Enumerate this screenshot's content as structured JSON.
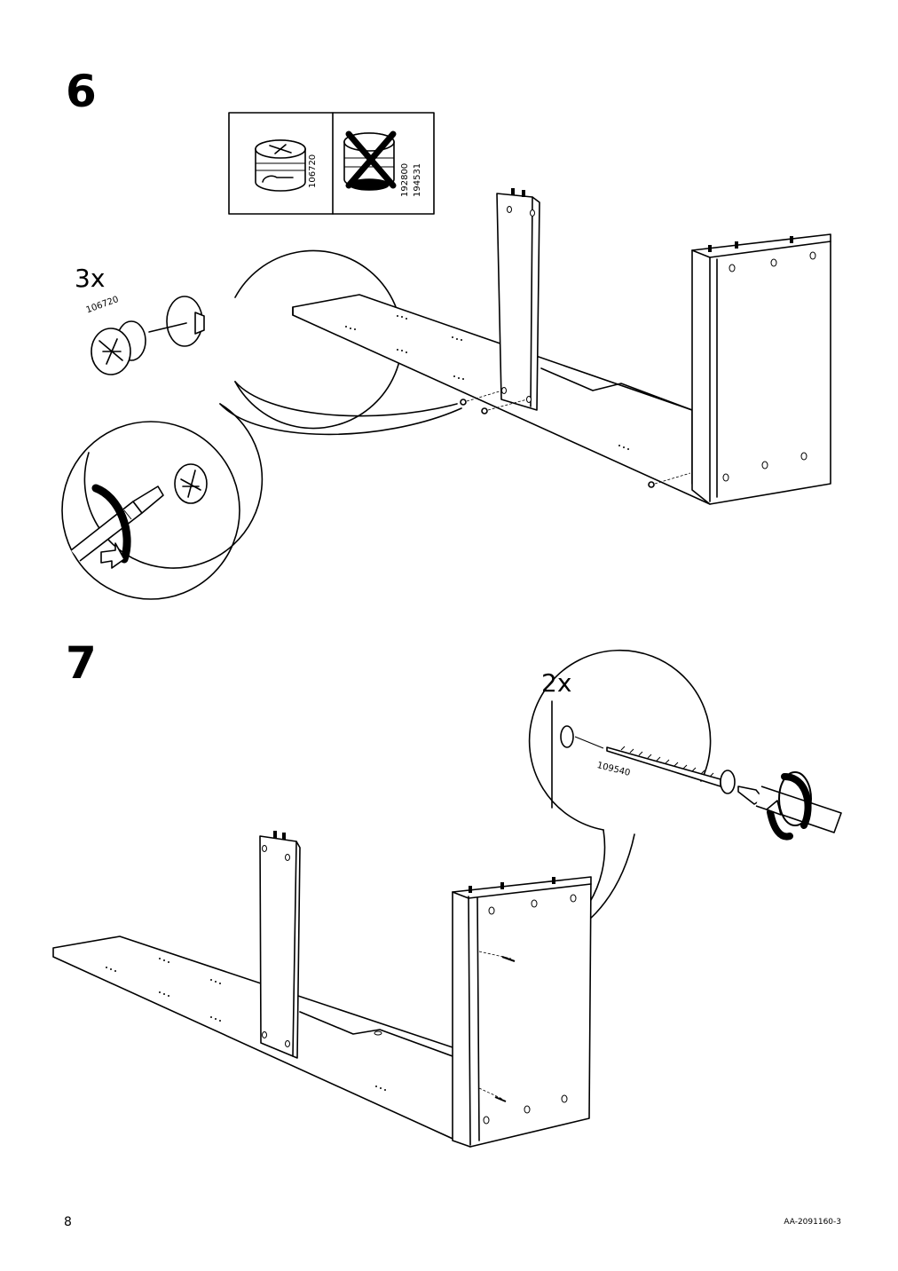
{
  "steps": [
    {
      "number": "6",
      "quantity": "3x",
      "part_code": "106720",
      "allowed_part_code": "106720",
      "excluded_part_codes": [
        "192800",
        "194531"
      ]
    },
    {
      "number": "7",
      "quantity": "2x",
      "part_code": "109540"
    }
  ],
  "footer": {
    "page_number": "8",
    "document_code": "AA-2091160-3"
  },
  "icons": [
    "cam-lock-fitting",
    "wrong-fitting-cross",
    "screwdriver",
    "rotation-arrow",
    "wood-screw",
    "hex-bit"
  ]
}
